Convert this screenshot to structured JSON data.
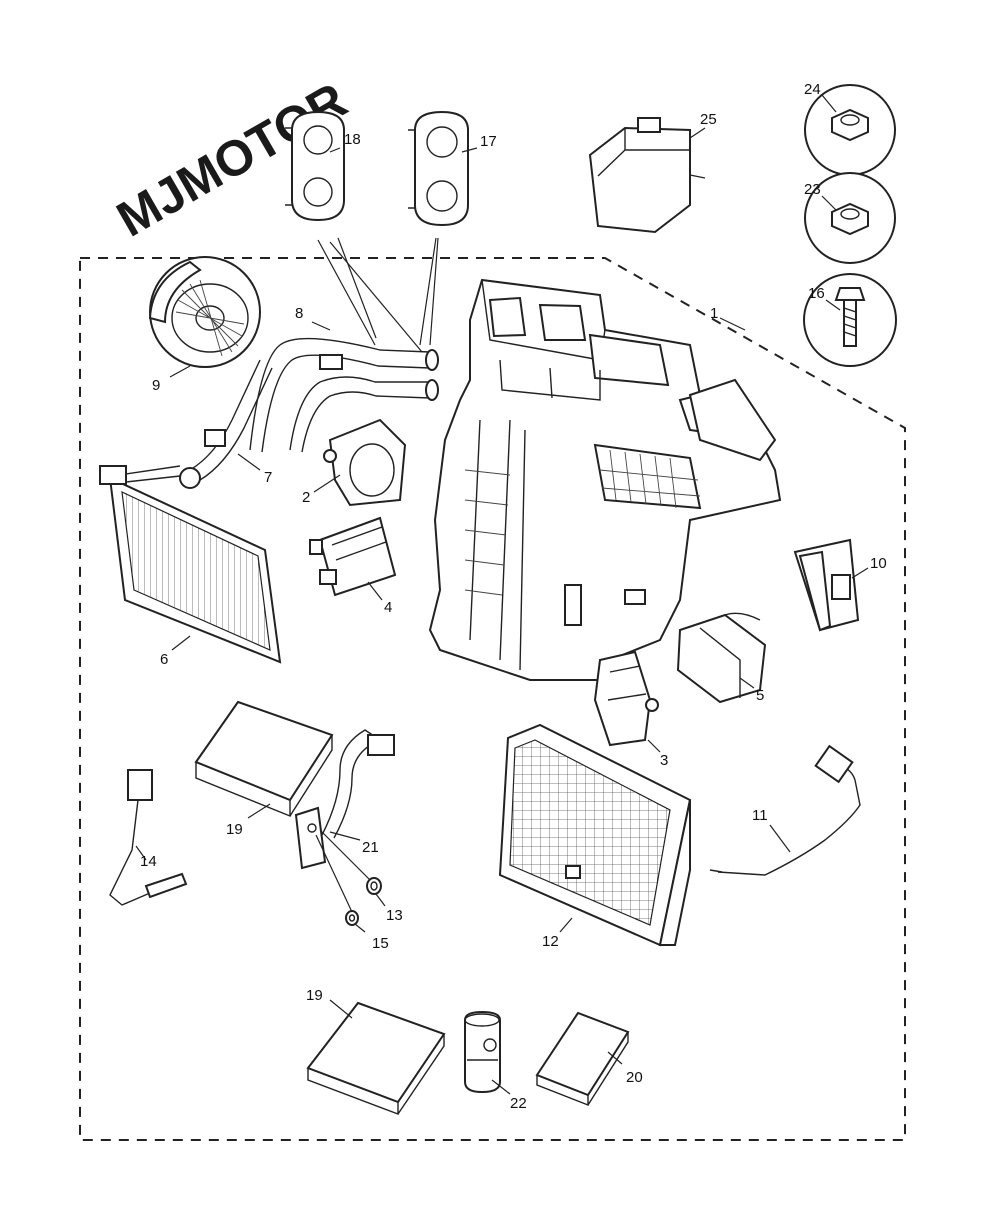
{
  "watermark": "MJMOTOR",
  "callouts": {
    "c1": "1",
    "c2": "2",
    "c3": "3",
    "c4": "4",
    "c5": "5",
    "c6": "6",
    "c7": "7",
    "c8": "8",
    "c9": "9",
    "c10": "10",
    "c11": "11",
    "c12": "12",
    "c13": "13",
    "c14": "14",
    "c15": "15",
    "c16": "16",
    "c17": "17",
    "c18": "18",
    "c19a": "19",
    "c19b": "19",
    "c20": "20",
    "c21": "21",
    "c22": "22",
    "c23": "23",
    "c24": "24",
    "c25": "25"
  }
}
